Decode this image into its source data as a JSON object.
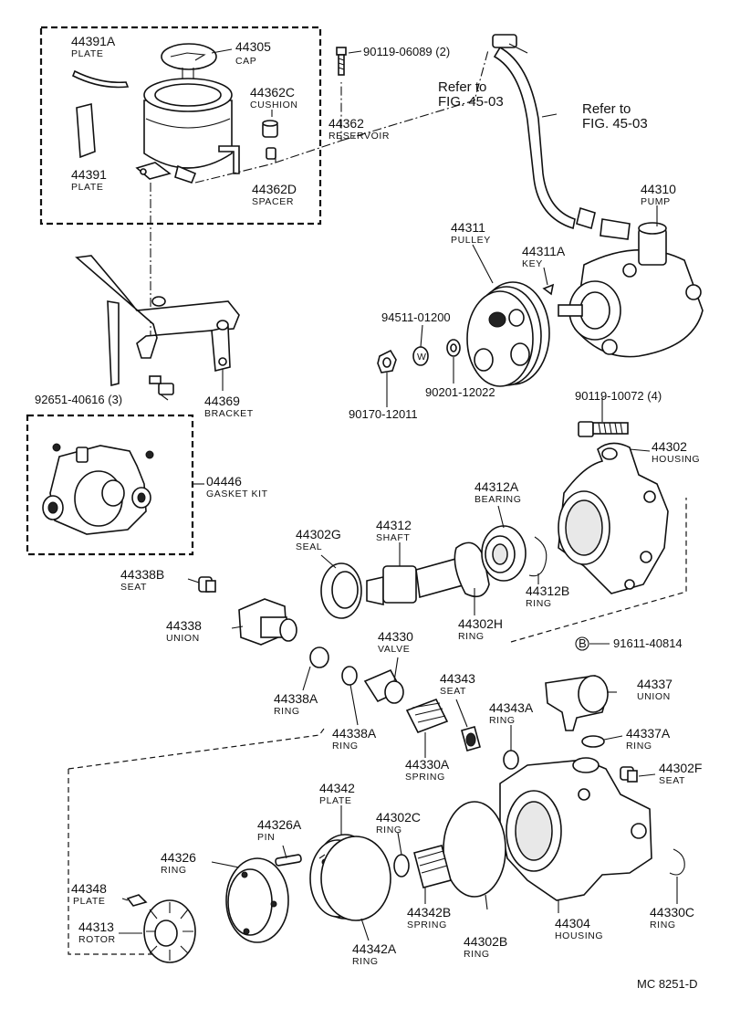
{
  "diagram": {
    "parts": [
      {
        "id": "p44391a",
        "number": "44391A",
        "name": "PLATE"
      },
      {
        "id": "p44305",
        "number": "44305",
        "name": "CAP"
      },
      {
        "id": "p9011906089",
        "number": "90119-06089 (2)",
        "name": ""
      },
      {
        "id": "p44362c",
        "number": "44362C",
        "name": "CUSHION"
      },
      {
        "id": "p44362",
        "number": "44362",
        "name": "RESERVOIR"
      },
      {
        "id": "p44391",
        "number": "44391",
        "name": "PLATE"
      },
      {
        "id": "p44362d",
        "number": "44362D",
        "name": "SPACER"
      },
      {
        "id": "p44310",
        "number": "44310",
        "name": "PUMP"
      },
      {
        "id": "p44311",
        "number": "44311",
        "name": "PULLEY"
      },
      {
        "id": "p44311a",
        "number": "44311A",
        "name": "KEY"
      },
      {
        "id": "p9451101200",
        "number": "94511-01200",
        "name": ""
      },
      {
        "id": "p9265140616",
        "number": "92651-40616 (3)",
        "name": ""
      },
      {
        "id": "p44369",
        "number": "44369",
        "name": "BRACKET"
      },
      {
        "id": "p9020112022",
        "number": "90201-12022",
        "name": ""
      },
      {
        "id": "p9017012011",
        "number": "90170-12011",
        "name": ""
      },
      {
        "id": "p9011910072",
        "number": "90119-10072 (4)",
        "name": ""
      },
      {
        "id": "p44302",
        "number": "44302",
        "name": "HOUSING"
      },
      {
        "id": "p04446",
        "number": "04446",
        "name": "GASKET KIT"
      },
      {
        "id": "p44312a",
        "number": "44312A",
        "name": "BEARING"
      },
      {
        "id": "p44302g",
        "number": "44302G",
        "name": "SEAL"
      },
      {
        "id": "p44312",
        "number": "44312",
        "name": "SHAFT"
      },
      {
        "id": "p44338b",
        "number": "44338B",
        "name": "SEAT"
      },
      {
        "id": "p44312b",
        "number": "44312B",
        "name": "RING"
      },
      {
        "id": "p44302h",
        "number": "44302H",
        "name": "RING"
      },
      {
        "id": "p44338",
        "number": "44338",
        "name": "UNION"
      },
      {
        "id": "p44330",
        "number": "44330",
        "name": "VALVE"
      },
      {
        "id": "p9161140814",
        "number": "91611-40814",
        "name": ""
      },
      {
        "id": "p44338a1",
        "number": "44338A",
        "name": "RING"
      },
      {
        "id": "p44343",
        "number": "44343",
        "name": "SEAT"
      },
      {
        "id": "p44337",
        "number": "44337",
        "name": "UNION"
      },
      {
        "id": "p44338a2",
        "number": "44338A",
        "name": "RING"
      },
      {
        "id": "p44343a",
        "number": "44343A",
        "name": "RING"
      },
      {
        "id": "p44337a",
        "number": "44337A",
        "name": "RING"
      },
      {
        "id": "p44330a",
        "number": "44330A",
        "name": "SPRING"
      },
      {
        "id": "p44302f",
        "number": "44302F",
        "name": "SEAT"
      },
      {
        "id": "p44342",
        "number": "44342",
        "name": "PLATE"
      },
      {
        "id": "p44326a",
        "number": "44326A",
        "name": "PIN"
      },
      {
        "id": "p44302c",
        "number": "44302C",
        "name": "RING"
      },
      {
        "id": "p44326",
        "number": "44326",
        "name": "RING"
      },
      {
        "id": "p44348",
        "number": "44348",
        "name": "PLATE"
      },
      {
        "id": "p44342b",
        "number": "44342B",
        "name": "SPRING"
      },
      {
        "id": "p44302b",
        "number": "44302B",
        "name": "RING"
      },
      {
        "id": "p44304",
        "number": "44304",
        "name": "HOUSING"
      },
      {
        "id": "p44330c",
        "number": "44330C",
        "name": "RING"
      },
      {
        "id": "p44313",
        "number": "44313",
        "name": "ROTOR"
      },
      {
        "id": "p44342a",
        "number": "44342A",
        "name": "RING"
      }
    ],
    "refs": [
      {
        "id": "ref1",
        "line1": "Refer to",
        "line2": "FIG. 45-03"
      },
      {
        "id": "ref2",
        "line1": "Refer to",
        "line2": "FIG. 45-03"
      }
    ],
    "bolt_marker": "B",
    "drawing_code": "MC  8251-D"
  }
}
